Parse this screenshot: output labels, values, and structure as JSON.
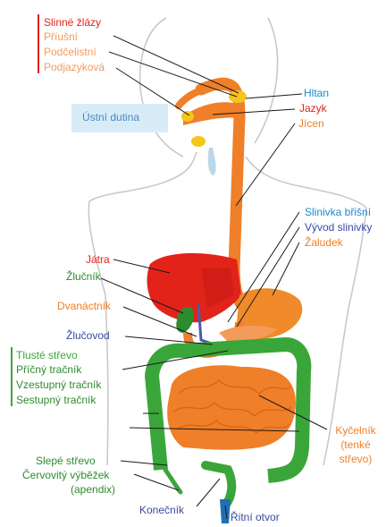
{
  "colors": {
    "red": "#e2231a",
    "orange": "#ef7f29",
    "light_orange": "#f49b5c",
    "green": "#3aa63a",
    "dark_green": "#2e8b2e",
    "blue": "#1e88c8",
    "purple_blue": "#4b5bab",
    "navy": "#3b4aa0",
    "gold": "#f5c518",
    "liver": "#d9262a",
    "stomach": "#f08a2a",
    "body_outline": "#c9c9c9",
    "mouth_region": "#d8ecf8"
  },
  "labels": {
    "salivary_glands": "Slinné žlázy",
    "parotid": "Příušní",
    "submandibular": "Podčelistní",
    "sublingual": "Podjazyková",
    "oral_cavity": "Ústní dutina",
    "pharynx": "Hltan",
    "tongue": "Jazyk",
    "esophagus": "Jícen",
    "pancreas": "Slinivka břišní",
    "pancreatic_duct": "Vývod slinivky",
    "stomach": "Žaludek",
    "liver": "Játra",
    "gallbladder": "Žlučník",
    "duodenum": "Dvanáctník",
    "bile_duct": "Žlučovod",
    "large_intestine": "Tlusté střevo",
    "transverse_colon": "Příčný tračník",
    "ascending_colon": "Vzestupný tračník",
    "descending_colon": "Sestupný tračník",
    "ileum": "Kyčelník",
    "small_intestine": "(tenké",
    "small_intestine_2": "střevo)",
    "cecum": "Slepé střevo",
    "appendix": "Červovitý výběžek",
    "appendix_2": "(apendix)",
    "rectum": "Konečník",
    "anus": "Řitní otvor"
  }
}
